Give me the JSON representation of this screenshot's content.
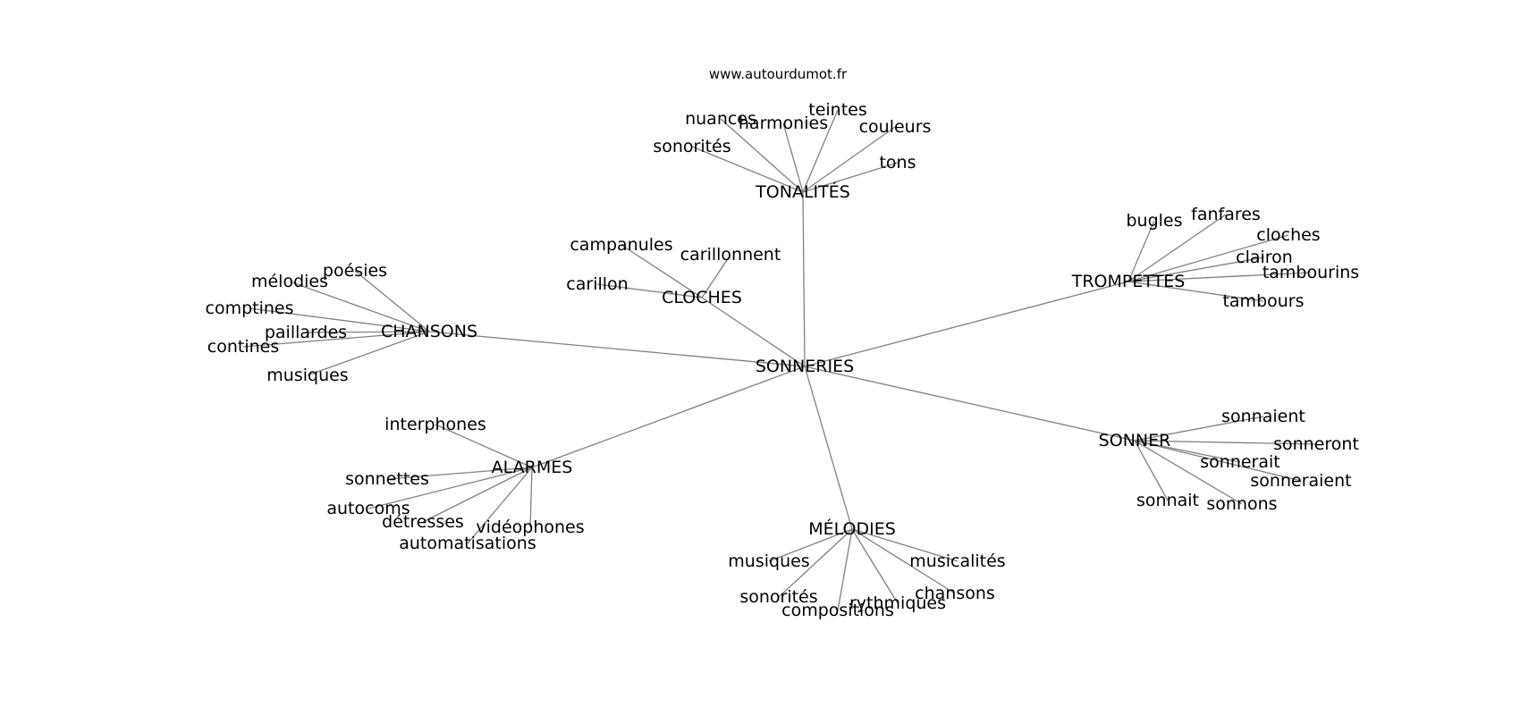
{
  "source": "www.autourdumot.fr",
  "center": "SONNERIES",
  "groups": [
    {
      "hub": "TONALITÉS",
      "leaves": [
        "nuances",
        "harmonies",
        "teintes",
        "couleurs",
        "sonorités",
        "tons"
      ]
    },
    {
      "hub": "TROMPETTES",
      "leaves": [
        "bugles",
        "fanfares",
        "cloches",
        "clairon",
        "tambourins",
        "tambours"
      ]
    },
    {
      "hub": "CLOCHES",
      "leaves": [
        "campanules",
        "carillonnent",
        "carillon"
      ]
    },
    {
      "hub": "CHANSONS",
      "leaves": [
        "poésies",
        "mélodies",
        "comptines",
        "paillardes",
        "contines",
        "musiques"
      ]
    },
    {
      "hub": "ALARMES",
      "leaves": [
        "interphones",
        "sonnettes",
        "autocoms",
        "détresses",
        "vidéophones",
        "automatisations"
      ]
    },
    {
      "hub": "MÉLODIES",
      "leaves": [
        "musiques",
        "musicalités",
        "sonorités",
        "chansons",
        "compositions",
        "rythmiques"
      ]
    },
    {
      "hub": "SONNER",
      "leaves": [
        "sonnaient",
        "sonneront",
        "sonnerait",
        "sonneraient",
        "sonnait",
        "sonnons"
      ]
    }
  ]
}
